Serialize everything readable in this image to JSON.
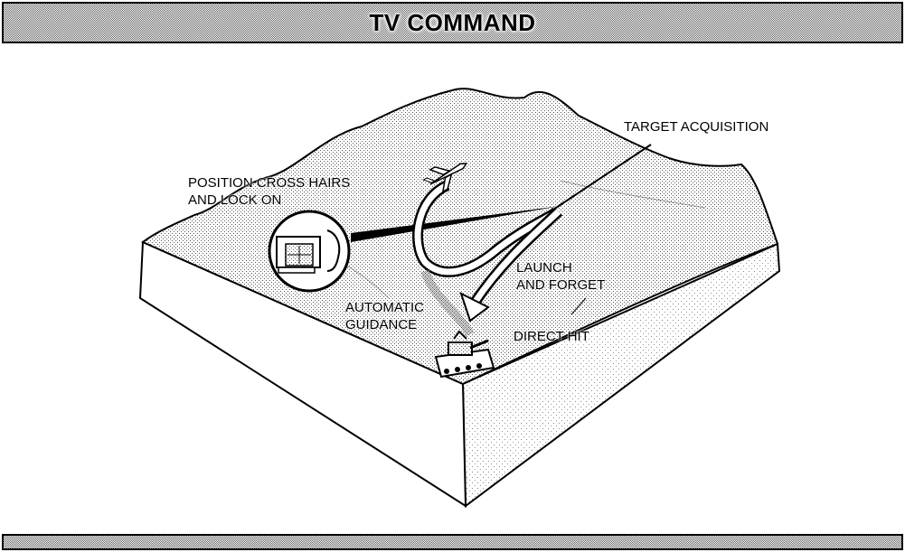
{
  "header": {
    "title": "TV COMMAND"
  },
  "labels": {
    "target_acquisition": "TARGET ACQUISITION",
    "position_cross_hairs": "POSITION CROSS HAIRS\nAND LOCK ON",
    "launch_and_forget": "LAUNCH\nAND FORGET",
    "automatic_guidance": "AUTOMATIC\nGUIDANCE",
    "direct_hit": "DIRECT HIT"
  },
  "icons": [
    "aircraft-icon",
    "missile-trajectory-icon",
    "tv-monitor-icon",
    "tank-icon"
  ]
}
